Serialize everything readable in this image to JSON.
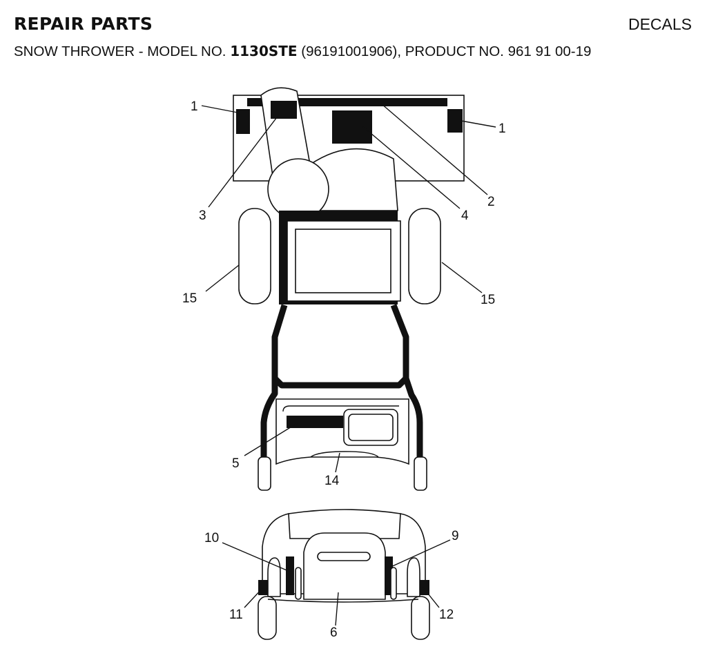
{
  "header": {
    "title": "REPAIR PARTS",
    "section": "DECALS",
    "subtitle_prefix": "SNOW THROWER - MODEL NO.",
    "model": "1130STE",
    "subtitle_suffix": "(96191001906), PRODUCT NO. 961 91 00-19"
  },
  "callouts": {
    "c1a": "1",
    "c1b": "1",
    "c2": "2",
    "c3": "3",
    "c4": "4",
    "c5": "5",
    "c6": "6",
    "c9": "9",
    "c10": "10",
    "c11": "11",
    "c12": "12",
    "c14": "14",
    "c15a": "15",
    "c15b": "15"
  },
  "colors": {
    "ink": "#111111",
    "paper": "#ffffff"
  }
}
